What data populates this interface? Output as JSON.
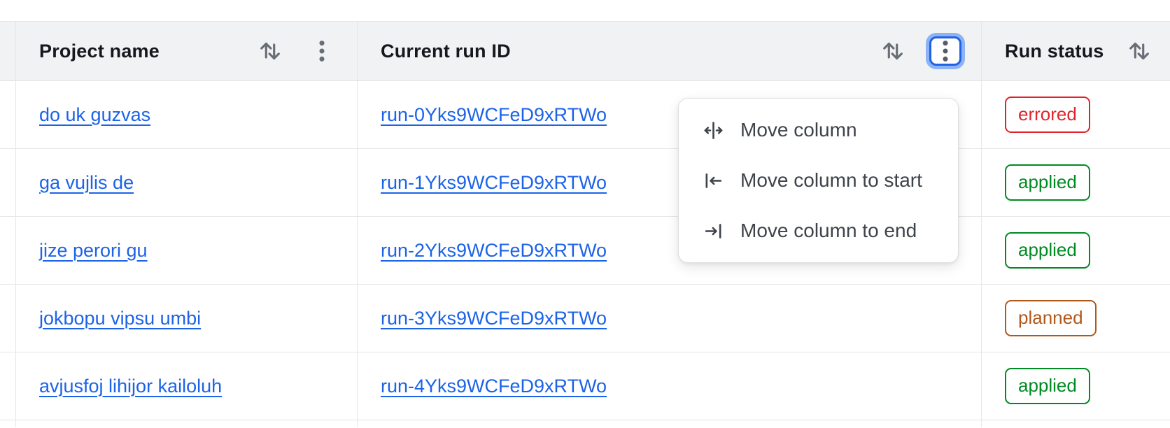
{
  "table": {
    "columns": [
      {
        "label": "Project name",
        "icons": [
          "sort-icon",
          "kebab-menu-icon"
        ]
      },
      {
        "label": "Current run ID",
        "icons": [
          "sort-icon",
          "kebab-menu-icon"
        ],
        "menu_open": true
      },
      {
        "label": "Run status",
        "icons": [
          "sort-icon"
        ]
      }
    ],
    "rows": [
      {
        "project_name": "do uk guzvas",
        "run_id": "run-0Yks9WCFeD9xRTWo",
        "status": "errored"
      },
      {
        "project_name": "ga vujlis de",
        "run_id": "run-1Yks9WCFeD9xRTWo",
        "status": "applied"
      },
      {
        "project_name": "jize perori gu",
        "run_id": "run-2Yks9WCFeD9xRTWo",
        "status": "applied"
      },
      {
        "project_name": "jokbopu vipsu umbi",
        "run_id": "run-3Yks9WCFeD9xRTWo",
        "status": "planned"
      },
      {
        "project_name": "avjusfoj lihijor kailoluh",
        "run_id": "run-4Yks9WCFeD9xRTWo",
        "status": "applied"
      }
    ]
  },
  "menu": {
    "items": [
      {
        "label": "Move column",
        "icon": "move-column-icon"
      },
      {
        "label": "Move column to start",
        "icon": "move-column-start-icon"
      },
      {
        "label": "Move column to end",
        "icon": "move-column-end-icon"
      }
    ]
  },
  "colors": {
    "link_blue": "#1c63e8",
    "focus_blue": "#1f62e6",
    "focus_ring": "#8db3f4",
    "status": {
      "errored": "#e0232a",
      "applied": "#008a22",
      "planned": "#b1581a"
    }
  }
}
